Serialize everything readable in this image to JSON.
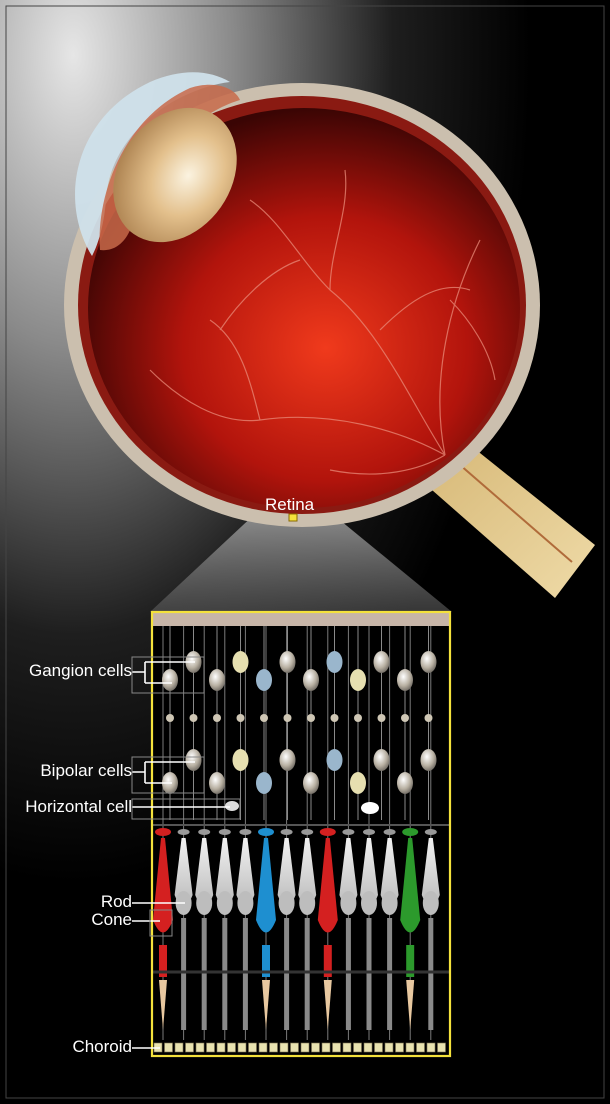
{
  "labels": {
    "retina": "Retina",
    "gangion_cells": "Gangion cells",
    "bipolar_cells": "Bipolar cells",
    "horizontal_cell": "Horizontal cell",
    "rod": "Rod",
    "cone": "Cone",
    "choroid": "Choroid"
  },
  "colors": {
    "background_light": "#d9d9d9",
    "background_dark": "#000000",
    "sclera": "#cbbfae",
    "eye_interior": "#c8140c",
    "lens": "#e8c48c",
    "cornea": "#cfe0ea",
    "optic_nerve": "#e6cf94",
    "panel_border": "#f4e23c",
    "cone_red": "#d42020",
    "cone_blue": "#1e8fd0",
    "cone_green": "#2c9a2c",
    "rod_gray": "#bdbdbd"
  },
  "icons": {
    "retina_marker": "yellow-square-marker"
  }
}
